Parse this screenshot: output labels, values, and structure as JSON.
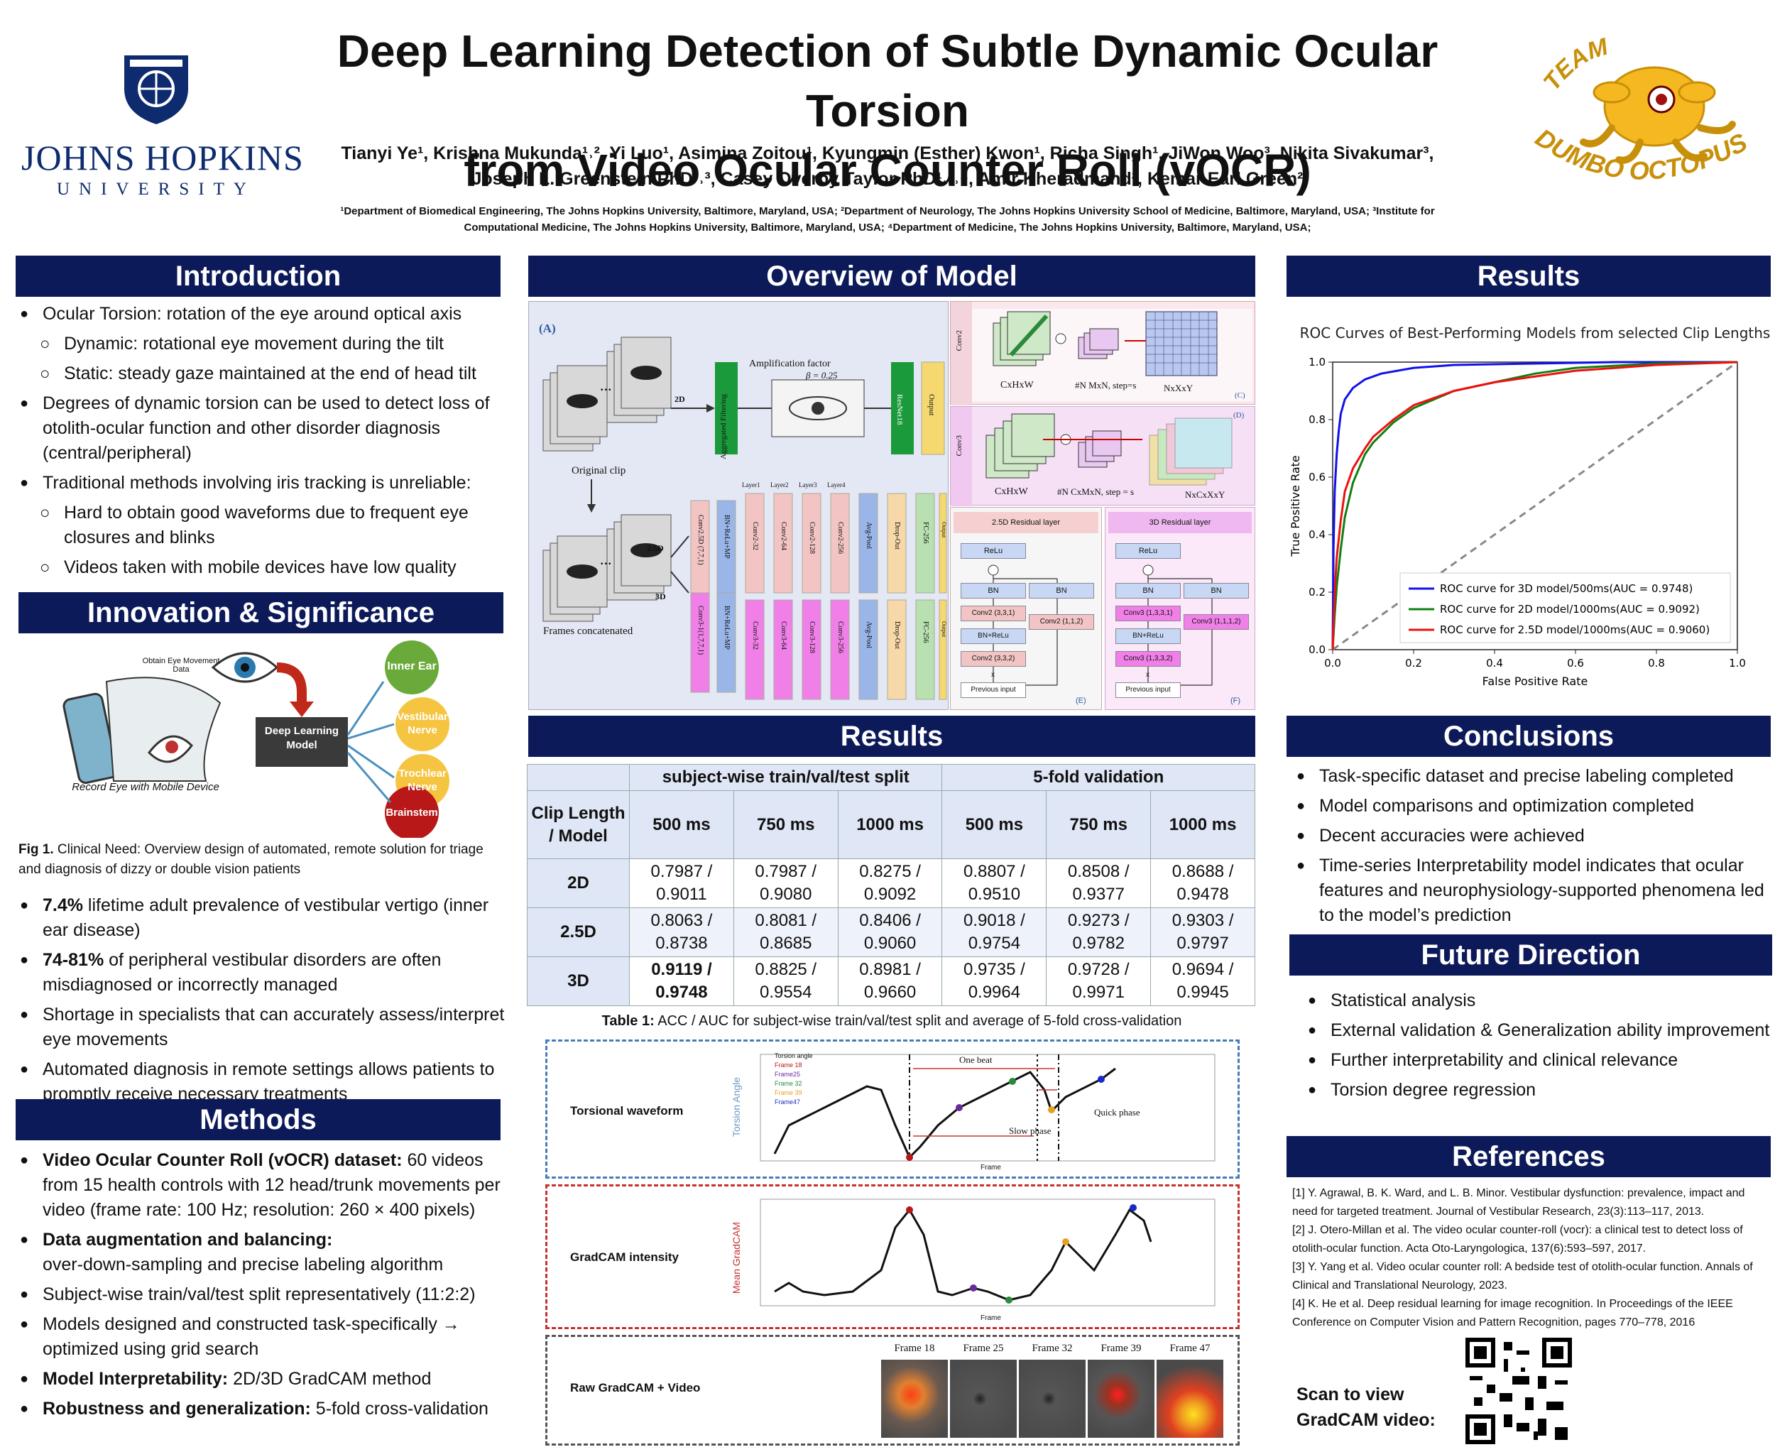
{
  "header": {
    "jhu_name": "JOHNS HOPKINS",
    "jhu_univ": "UNIVERSITY",
    "title_line1": "Deep Learning Detection of Subtle Dynamic Ocular Torsion",
    "title_line2": "from Video Ocular Counter Roll (vOCR)",
    "authors_line1": "Tianyi Ye¹, Krishna Mukunda¹˒², Yi Luo¹, Asimina Zoitou¹, Kyungmin (Esther) Kwon¹, Richa Singh¹, JiWon Woo³, Nikita Sivakumar³,",
    "authors_line2": "Joseph L. Greenstein PhD¹˒³, Casey Overby Taylor PhD¹˒³˒⁴, Amir Kheradmand², Kemar Earl Green²",
    "affil_line1": "¹Department of Biomedical Engineering, The Johns Hopkins University, Baltimore, Maryland, USA; ²Department of Neurology, The Johns Hopkins University School of Medicine, Baltimore, Maryland, USA; ³Institute for",
    "affil_line2": "Computational Medicine, The Johns Hopkins University, Baltimore, Maryland, USA; ⁴Department of Medicine, The Johns Hopkins University, Baltimore, Maryland, USA;",
    "team_top": "TEAM",
    "team_bottom": "DUMBO OCTOPUS"
  },
  "intro": {
    "heading": "Introduction",
    "b1": "Ocular Torsion: rotation of the eye around optical axis",
    "b1a": "Dynamic: rotational eye movement during the tilt",
    "b1b": "Static: steady gaze maintained at the end of head tilt",
    "b2": "Degrees of dynamic torsion can be used to detect loss of otolith-ocular function and other disorder diagnosis (central/peripheral)",
    "b3": "Traditional methods involving iris tracking is unreliable:",
    "b3a": "Hard to obtain good waveforms due to frequent eye closures and blinks",
    "b3b": "Videos taken with mobile devices have low quality"
  },
  "innovation": {
    "heading": "Innovation & Significance",
    "obtain": "Obtain Eye Movement Data",
    "record": "Record Eye with Mobile Device",
    "dl_model": "Deep Learning Model",
    "inner_ear": "Inner Ear",
    "vestibular": "Vestibular Nerve",
    "trochlear": "Trochlear Nerve",
    "brainstem": "Brainstem",
    "fig_label": "Fig 1.",
    "fig_caption": " Clinical Need: Overview design of automated, remote solution for triage and diagnosis of dizzy or double vision patients",
    "s1_bold": "7.4%",
    "s1": " lifetime adult prevalence of vestibular vertigo (inner ear disease)",
    "s2_bold": "74-81%",
    "s2": " of peripheral vestibular disorders are often misdiagnosed or incorrectly managed",
    "s3": "Shortage in specialists that can accurately assess/interpret eye movements",
    "s4": "Automated diagnosis in remote settings allows patients to promptly receive necessary treatments"
  },
  "methods": {
    "heading": "Methods",
    "m1_bold": "Video Ocular Counter Roll (vOCR) dataset:",
    "m1": " 60 videos from 15 health controls with 12 head/trunk movements per video (frame rate: 100 Hz; resolution: 260 × 400 pixels)",
    "m2_bold": "Data augmentation and balancing:",
    "m2": "over-down-sampling and precise labeling algorithm",
    "m3": "Subject-wise train/val/test split representatively (11:2:2)",
    "m4": "Models designed and constructed task-specifically → optimized using grid search",
    "m5_bold": "Model Interpretability:",
    "m5": " 2D/3D GradCAM method",
    "m6_bold": "Robustness and generalization:",
    "m6": " 5-fold cross-validation"
  },
  "overview": {
    "heading": "Overview of Model",
    "label_a": "(A)",
    "amp": "Amplification factor",
    "beta": "β = 0.25",
    "original": "Original clip",
    "frames": "Frames concatenated",
    "agg": "Aggregated Filtering",
    "resnet": "ResNet18",
    "output": "Output",
    "d2": "2D",
    "d25": "2.5D",
    "d3": "3D",
    "layers": [
      "Layer1",
      "Layer2",
      "Layer3",
      "Layer4"
    ],
    "row25": [
      "Conv2.5D (7,7,1)",
      "BN+ReLu+MP",
      "Conv2-32",
      "Conv2-64",
      "Conv2-128",
      "Conv2-256",
      "Avg-Pool",
      "Drop-Out",
      "FC-256",
      "Output"
    ],
    "row3": [
      "Conv3-1(1,7,7,1)",
      "BN+ReLu+MP",
      "Conv3-32",
      "Conv3-64",
      "Conv3-128",
      "Conv3-256",
      "Avg-Pool",
      "Drop-Out",
      "FC-256",
      "Output"
    ],
    "conv2": "Conv2",
    "conv3": "Conv3",
    "c_in": "CxHxW",
    "c_mid2": "#N MxN, step=s",
    "c_out2": "NxXxY",
    "c_mid3": "#N CxMxN, step = s",
    "c_out3": "NxCxXxY",
    "label_c": "(C)",
    "label_d": "(D)",
    "label_e": "(E)",
    "label_f": "(F)",
    "res25": "2.5D Residual layer",
    "res3": "3D Residual layer",
    "relu": "ReLu",
    "bn": "BN",
    "bnrelu": "BN+ReLu",
    "prev": "Previous input",
    "e_c1": "Conv2 (3,3,1)",
    "e_c2": "Conv2 (3,3,2)",
    "e_c3": "Conv2 (1,1,2)",
    "f_c1": "Conv3 (1,3,3,1)",
    "f_c2": "Conv3 (1,3,3,2)",
    "f_c3": "Conv3 (1,1,1,2)",
    "x": "x"
  },
  "results_table": {
    "heading": "Results",
    "group1": "subject-wise train/val/test split",
    "group2": "5-fold validation",
    "corner": "Clip Length / Model",
    "cols": [
      "500 ms",
      "750 ms",
      "1000 ms",
      "500 ms",
      "750 ms",
      "1000 ms"
    ],
    "rows": [
      {
        "model": "2D",
        "cells": [
          "0.7987 / 0.9011",
          "0.7987 / 0.9080",
          "0.8275 / 0.9092",
          "0.8807 / 0.9510",
          "0.8508 / 0.9377",
          "0.8688 / 0.9478"
        ]
      },
      {
        "model": "2.5D",
        "cells": [
          "0.8063 / 0.8738",
          "0.8081 / 0.8685",
          "0.8406 / 0.9060",
          "0.9018 / 0.9754",
          "0.9273 / 0.9782",
          "0.9303 / 0.9797"
        ]
      },
      {
        "model": "3D",
        "cells": [
          "0.9119 / 0.9748",
          "0.8825 / 0.9554",
          "0.8981 / 0.9660",
          "0.9735 / 0.9964",
          "0.9728 / 0.9971",
          "0.9694 / 0.9945"
        ]
      }
    ],
    "cap_bold": "Table 1:",
    "cap": " ACC / AUC for subject-wise train/val/test split and average of 5-fold cross-validation"
  },
  "interp": {
    "torsional": "Torsional waveform",
    "gradcam": "GradCAM intensity",
    "raw": "Raw GradCAM + Video",
    "ylab1": "Torsion Angle",
    "ylab2": "Mean GradCAM",
    "xlab": "Frame",
    "one_beat": "One beat",
    "slow": "Slow phase",
    "quick": "Quick phase",
    "legend": [
      "Torsion angle",
      "Frame 18",
      "Frame25",
      "Frame 32",
      "Frame 39",
      "Frame47"
    ],
    "frames": [
      "Frame 18",
      "Frame 25",
      "Frame 32",
      "Frame 39",
      "Frame 47"
    ],
    "scan": "Scan to view GradCAM video:"
  },
  "roc": {
    "heading": "Results"
  },
  "conclusions": {
    "heading": "Conclusions",
    "c1": "Task-specific dataset and precise labeling completed",
    "c2": "Model comparisons and optimization completed",
    "c3": "Decent accuracies were achieved",
    "c4": "Time-series Interpretability model indicates that ocular features and neurophysiology-supported phenomena led to the model’s prediction"
  },
  "future": {
    "heading": "Future Direction",
    "f1": "Statistical analysis",
    "f2": "External validation & Generalization ability improvement",
    "f3": "Further interpretability and clinical relevance",
    "f4": "Torsion degree regression"
  },
  "references": {
    "heading": "References",
    "r1": "[1] Y. Agrawal, B. K. Ward, and L. B. Minor. Vestibular dysfunction: prevalence, impact and need for targeted treatment. Journal of Vestibular Research, 23(3):113–117, 2013.",
    "r2": "[2] J. Otero-Millan et al. The video ocular counter-roll (vocr): a clinical test to detect loss of otolith-ocular function. Acta Oto-Laryngologica, 137(6):593–597, 2017.",
    "r3": "[3] Y. Yang et al. Video ocular counter roll: A bedside test of otolith-ocular function. Annals of Clinical and Translational Neurology, 2023.",
    "r4": "[4] K. He et al. Deep residual learning for image recognition. In Proceedings of the IEEE Conference on Computer Vision and Pattern Recognition, pages 770–778, 2016"
  },
  "chart_data": {
    "type": "line",
    "title": "ROC Curves of Best-Performing Models from selected Clip Lengths",
    "xlabel": "False Positive Rate",
    "ylabel": "True Positive Rate",
    "xlim": [
      0,
      1
    ],
    "ylim": [
      0,
      1
    ],
    "xticks": [
      "0.0",
      "0.2",
      "0.4",
      "0.6",
      "0.8",
      "1.0"
    ],
    "yticks": [
      "0.0",
      "0.2",
      "0.4",
      "0.6",
      "0.8",
      "1.0"
    ],
    "legend_position": "lower-right",
    "series": [
      {
        "name": "ROC curve for 3D model/500ms(AUC = 0.9748)",
        "color": "#1010ee",
        "x": [
          0,
          0.002,
          0.005,
          0.01,
          0.015,
          0.02,
          0.03,
          0.05,
          0.08,
          0.12,
          0.2,
          0.3,
          0.5,
          0.7,
          1.0
        ],
        "y": [
          0,
          0.35,
          0.55,
          0.68,
          0.76,
          0.82,
          0.87,
          0.91,
          0.94,
          0.96,
          0.98,
          0.99,
          0.995,
          1.0,
          1.0
        ]
      },
      {
        "name": "ROC curve for 2D model/1000ms(AUC = 0.9092)",
        "color": "#108010",
        "x": [
          0,
          0.005,
          0.01,
          0.02,
          0.03,
          0.05,
          0.08,
          0.1,
          0.15,
          0.2,
          0.3,
          0.4,
          0.5,
          0.6,
          0.8,
          1.0
        ],
        "y": [
          0,
          0.12,
          0.22,
          0.35,
          0.46,
          0.58,
          0.68,
          0.72,
          0.79,
          0.84,
          0.9,
          0.93,
          0.96,
          0.98,
          0.995,
          1.0
        ]
      },
      {
        "name": "ROC curve for 2.5D model/1000ms(AUC = 0.9060)",
        "color": "#ee1010",
        "x": [
          0,
          0.005,
          0.01,
          0.02,
          0.03,
          0.05,
          0.08,
          0.1,
          0.15,
          0.2,
          0.3,
          0.4,
          0.5,
          0.6,
          0.8,
          1.0
        ],
        "y": [
          0,
          0.2,
          0.32,
          0.45,
          0.55,
          0.63,
          0.7,
          0.74,
          0.8,
          0.85,
          0.9,
          0.93,
          0.95,
          0.97,
          0.99,
          1.0
        ]
      }
    ]
  }
}
